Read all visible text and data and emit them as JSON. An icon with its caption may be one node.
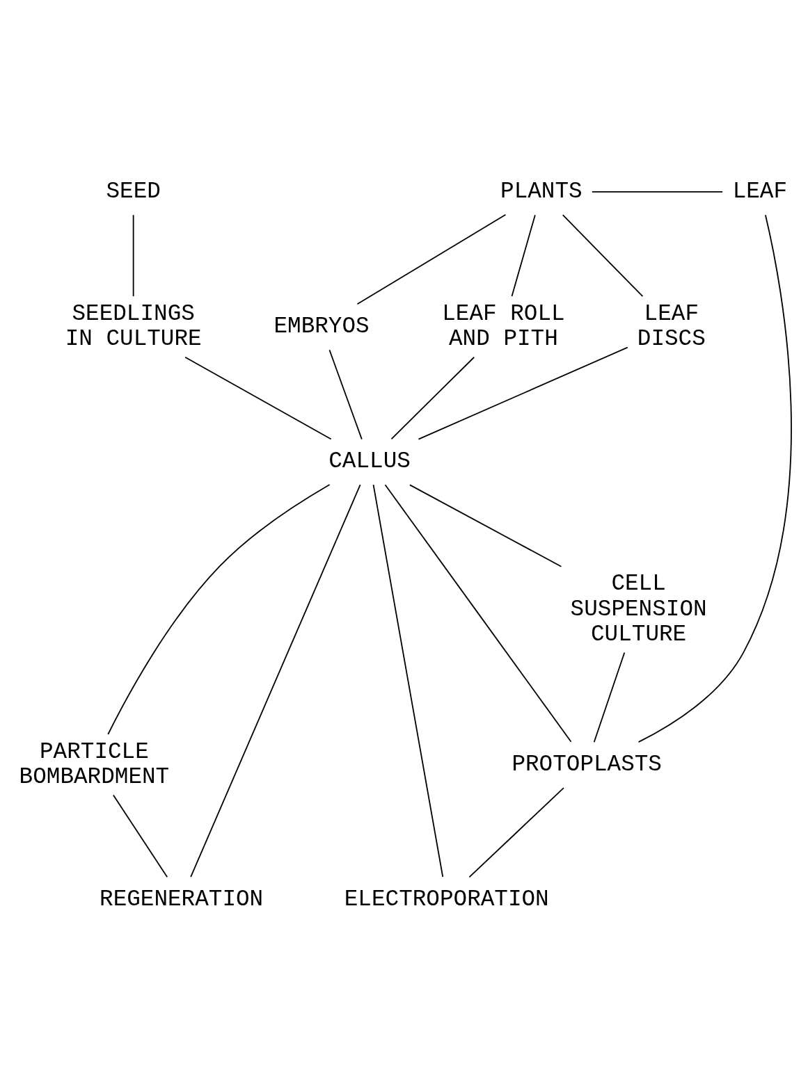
{
  "diagram": {
    "nodes": [
      {
        "text": [
          "SEED"
        ]
      },
      {
        "text": [
          "PLANTS"
        ]
      },
      {
        "text": [
          "LEAF"
        ]
      },
      {
        "text": [
          "LEAF DISCS"
        ]
      },
      {
        "text": [
          "EMBRYOS"
        ]
      },
      {
        "text": [
          "LEAF ROLL AND PITH"
        ]
      },
      {
        "text": [
          "SEEDLINGS IN CULTURE"
        ]
      },
      {
        "text": [
          "CALLUS"
        ]
      },
      {
        "text": [
          "CELL SUSPENSION CULTURE"
        ]
      },
      {
        "text": [
          "PARTICLE BOMBARDMENT"
        ]
      },
      {
        "text": [
          "PROTOPLASTS"
        ]
      },
      {
        "text": [
          "REGENERATION"
        ]
      },
      {
        "text": [
          "ELECTROPORATION"
        ]
      }
    ],
    "edges": [
      {
        "from": 1,
        "to": 2,
        "arrow": "none"
      },
      {
        "from": 0,
        "to": 6,
        "arrow": "none"
      },
      {
        "from": 1,
        "to": 3,
        "arrow": "none"
      },
      {
        "from": 1,
        "to": 4,
        "arrow": "none"
      },
      {
        "from": 1,
        "to": 5,
        "arrow": "none"
      },
      {
        "from": 3,
        "to": 7,
        "arrow": "none"
      },
      {
        "from": 4,
        "to": 7,
        "arrow": "none"
      },
      {
        "from": 5,
        "to": 7,
        "arrow": "none"
      },
      {
        "from": 6,
        "to": 7,
        "arrow": "none"
      },
      {
        "from": 7,
        "to": 8,
        "arrow": "none"
      },
      {
        "from": 7,
        "to": 9,
        "arrow": "none"
      },
      {
        "from": 7,
        "to": 11,
        "arrow": "none"
      },
      {
        "from": 7,
        "to": 12,
        "arrow": "none"
      },
      {
        "from": 7,
        "to": 10,
        "arrow": "none"
      },
      {
        "from": 8,
        "to": 10,
        "arrow": "none"
      },
      {
        "from": 2,
        "to": 10,
        "arrow": "none"
      },
      {
        "from": 9,
        "to": 11,
        "arrow": "none"
      },
      {
        "from": 10,
        "to": 12,
        "arrow": "none"
      }
    ]
  }
}
